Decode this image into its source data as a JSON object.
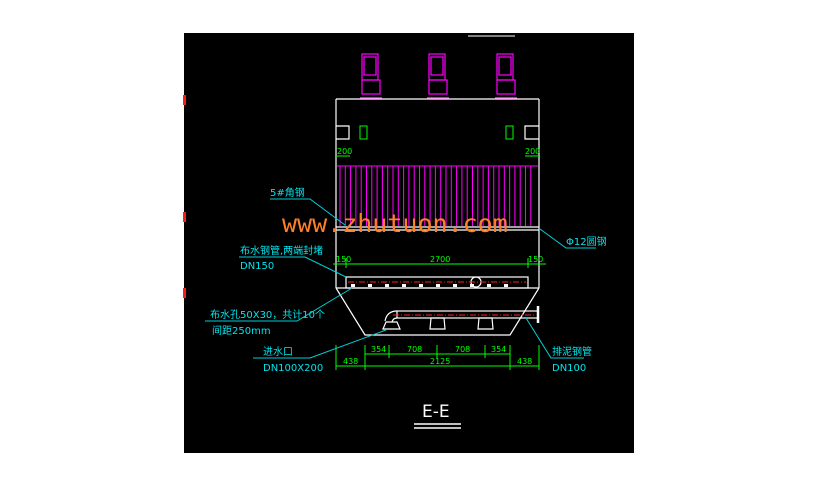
{
  "drawing": {
    "title": "E-E",
    "watermark": "www.zhutuon.com",
    "colors": {
      "background": "#000000",
      "outline": "#ffffff",
      "tubes": "#ff00ff",
      "dims": "#00ff00",
      "labels": "#00e5ee",
      "centerline": "#ff0000",
      "watermark": "#ff7f27"
    },
    "labels": {
      "angle_steel": "5#角钢",
      "round_steel": "Φ12圆钢",
      "dist_pipe": "布水钢管,两端封堵",
      "dist_pipe_size": "DN150",
      "holes": "布水孔50X30，共计10个",
      "hole_spacing": "间距250mm",
      "inlet": "进水口",
      "inlet_size": "DN100X200",
      "sludge_pipe": "排泥钢管",
      "sludge_pipe_size": "DN100"
    },
    "dims": {
      "top_left": "200",
      "top_right": "200",
      "pipe_left": "150",
      "pipe_mid": "2700",
      "pipe_right": "150",
      "b1": "354",
      "b2": "708",
      "b3": "708",
      "b4": "354",
      "c1": "438",
      "c2": "2125",
      "c3": "438"
    }
  }
}
